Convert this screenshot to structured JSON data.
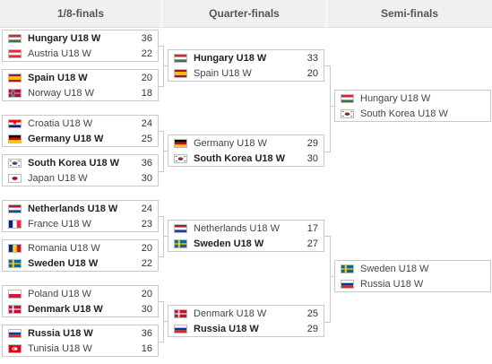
{
  "headers": {
    "round_of_16": "1/8-finals",
    "quarter_finals": "Quarter-finals",
    "semi_finals": "Semi-finals"
  },
  "round_of_16": [
    {
      "team1": {
        "name": "Hungary U18 W",
        "flag": "hungary",
        "score": "36",
        "winner": true
      },
      "team2": {
        "name": "Austria U18 W",
        "flag": "austria",
        "score": "22",
        "winner": false
      }
    },
    {
      "team1": {
        "name": "Spain U18 W",
        "flag": "spain",
        "score": "20",
        "winner": true
      },
      "team2": {
        "name": "Norway U18 W",
        "flag": "norway",
        "score": "18",
        "winner": false
      }
    },
    {
      "team1": {
        "name": "Croatia U18 W",
        "flag": "croatia",
        "score": "24",
        "winner": false
      },
      "team2": {
        "name": "Germany U18 W",
        "flag": "germany",
        "score": "25",
        "winner": true
      }
    },
    {
      "team1": {
        "name": "South Korea U18 W",
        "flag": "south-korea",
        "score": "36",
        "winner": true
      },
      "team2": {
        "name": "Japan U18 W",
        "flag": "japan",
        "score": "30",
        "winner": false
      }
    },
    {
      "team1": {
        "name": "Netherlands U18 W",
        "flag": "netherlands",
        "score": "24",
        "winner": true
      },
      "team2": {
        "name": "France U18 W",
        "flag": "france",
        "score": "23",
        "winner": false
      }
    },
    {
      "team1": {
        "name": "Romania U18 W",
        "flag": "romania",
        "score": "20",
        "winner": false
      },
      "team2": {
        "name": "Sweden U18 W",
        "flag": "sweden",
        "score": "22",
        "winner": true
      }
    },
    {
      "team1": {
        "name": "Poland U18 W",
        "flag": "poland",
        "score": "20",
        "winner": false
      },
      "team2": {
        "name": "Denmark U18 W",
        "flag": "denmark",
        "score": "30",
        "winner": true
      }
    },
    {
      "team1": {
        "name": "Russia U18 W",
        "flag": "russia",
        "score": "36",
        "winner": true
      },
      "team2": {
        "name": "Tunisia U18 W",
        "flag": "tunisia",
        "score": "16",
        "winner": false
      }
    }
  ],
  "quarter_finals": [
    {
      "team1": {
        "name": "Hungary U18 W",
        "flag": "hungary",
        "score": "33",
        "winner": true
      },
      "team2": {
        "name": "Spain U18 W",
        "flag": "spain",
        "score": "20",
        "winner": false
      }
    },
    {
      "team1": {
        "name": "Germany U18 W",
        "flag": "germany",
        "score": "29",
        "winner": false
      },
      "team2": {
        "name": "South Korea U18 W",
        "flag": "south-korea",
        "score": "30",
        "winner": true
      }
    },
    {
      "team1": {
        "name": "Netherlands U18 W",
        "flag": "netherlands",
        "score": "17",
        "winner": false
      },
      "team2": {
        "name": "Sweden U18 W",
        "flag": "sweden",
        "score": "27",
        "winner": true
      }
    },
    {
      "team1": {
        "name": "Denmark U18 W",
        "flag": "denmark",
        "score": "25",
        "winner": false
      },
      "team2": {
        "name": "Russia U18 W",
        "flag": "russia",
        "score": "29",
        "winner": true
      }
    }
  ],
  "semi_finals": [
    {
      "team1": {
        "name": "Hungary U18 W",
        "flag": "hungary",
        "score": "",
        "winner": false
      },
      "team2": {
        "name": "South Korea U18 W",
        "flag": "south-korea",
        "score": "",
        "winner": false
      }
    },
    {
      "team1": {
        "name": "Sweden U18 W",
        "flag": "sweden",
        "score": "",
        "winner": false
      },
      "team2": {
        "name": "Russia U18 W",
        "flag": "russia",
        "score": "",
        "winner": false
      }
    }
  ]
}
